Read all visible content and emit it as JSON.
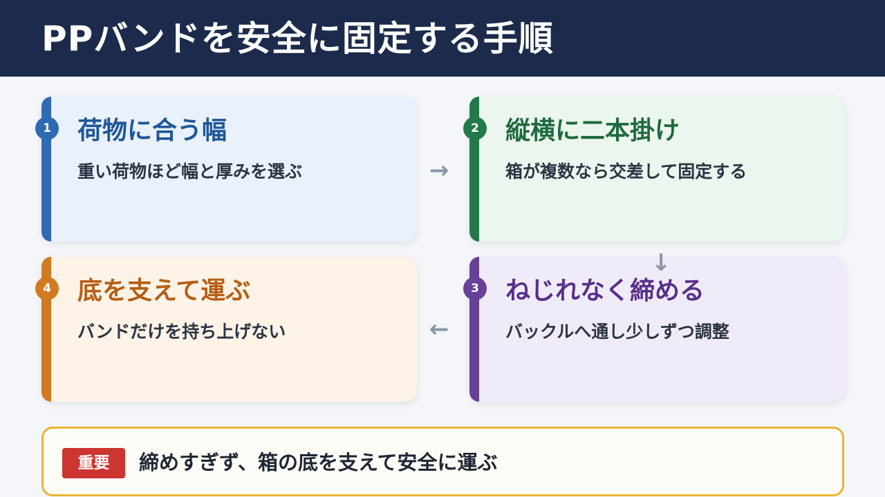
{
  "header": {
    "title": "PPバンドを安全に固定する手順"
  },
  "steps": [
    {
      "number": "1",
      "title": "荷物に合う幅",
      "description": "重い荷物ほど幅と厚みを選ぶ"
    },
    {
      "number": "2",
      "title": "縦横に二本掛け",
      "description": "箱が複数なら交差して固定する"
    },
    {
      "number": "3",
      "title": "ねじれなく締める",
      "description": "バックルへ通し少しずつ調整"
    },
    {
      "number": "4",
      "title": "底を支えて運ぶ",
      "description": "バンドだけを持ち上げない"
    }
  ],
  "arrows": {
    "right": "→",
    "down": "↓",
    "left": "←"
  },
  "notice": {
    "badge": "重要",
    "text": "締めすぎず、箱の底を支えて安全に運ぶ"
  },
  "colors": {
    "header_bg": "#1c2b4b",
    "step1": "#2e6bb3",
    "step2": "#23794a",
    "step3": "#674098",
    "step4": "#d17a22",
    "notice_border": "#eab434",
    "badge_bg": "#cc3530"
  }
}
